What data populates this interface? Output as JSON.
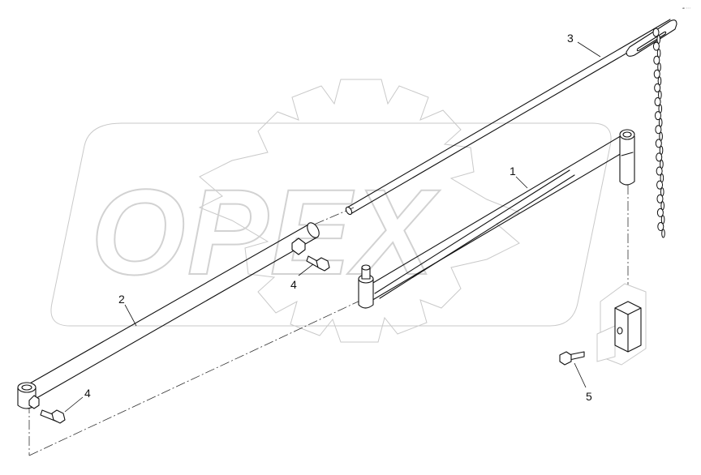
{
  "drawing": {
    "watermark": {
      "text": "OPEX"
    },
    "corner_code": "ᵃᵇ ⁻⁻⁻",
    "callouts": [
      {
        "id": "callout-1",
        "label": "1"
      },
      {
        "id": "callout-2",
        "label": "2"
      },
      {
        "id": "callout-3",
        "label": "3"
      },
      {
        "id": "callout-4a",
        "label": "4"
      },
      {
        "id": "callout-4b",
        "label": "4"
      },
      {
        "id": "callout-5",
        "label": "5"
      }
    ]
  }
}
